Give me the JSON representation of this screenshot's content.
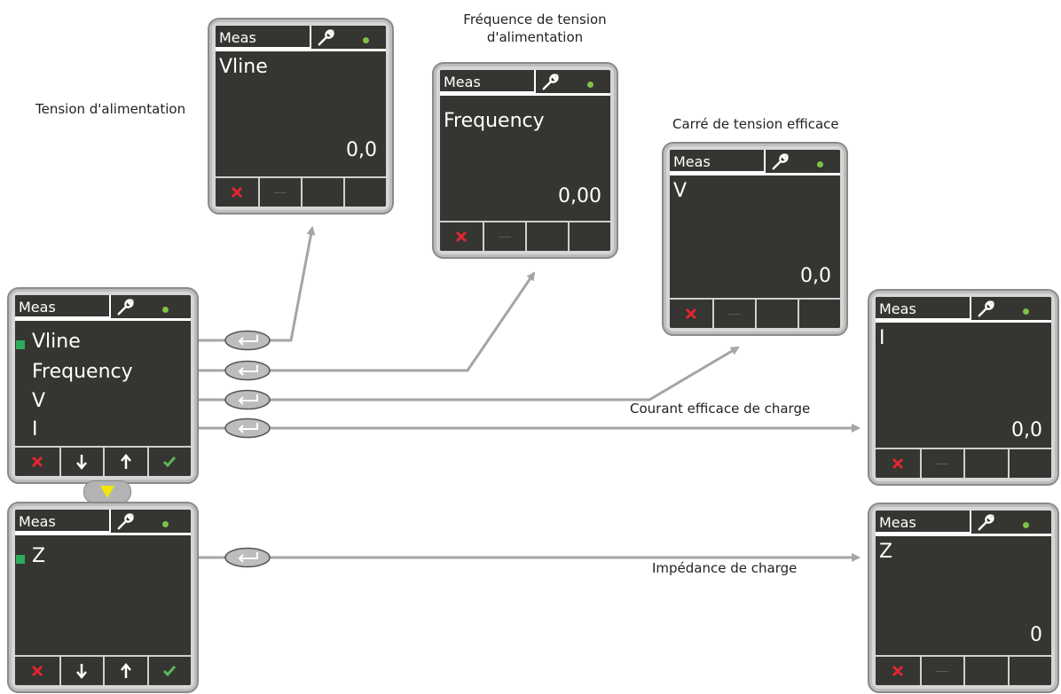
{
  "captions": {
    "tension": "Tension d'alimentation",
    "frequence": "Fréquence de tension\nd'alimentation",
    "carre": "Carré de tension efficace",
    "courant": "Courant efficace de charge",
    "impedance": "Impédance de charge"
  },
  "device": {
    "header_label": "Meas",
    "icon_tools": "wrench-icon",
    "status_color": "#7ec242"
  },
  "menu1": {
    "items": [
      "Vline",
      "Frequency",
      "V",
      "I"
    ]
  },
  "menu2": {
    "items": [
      "Z"
    ]
  },
  "screens": {
    "vline": {
      "title": "Vline",
      "value": "0,0"
    },
    "frequency": {
      "title": "Frequency",
      "value": "0,00"
    },
    "v": {
      "title": "V",
      "value": "0,0"
    },
    "i": {
      "title": "I",
      "value": "0,0"
    },
    "z": {
      "title": "Z",
      "value": "0"
    }
  },
  "colors": {
    "accept": "#5cb85c",
    "cancel": "#e0262f",
    "select": "#2eab5c",
    "page_down": "#f2e60a",
    "arrow": "#a5a5a5"
  }
}
